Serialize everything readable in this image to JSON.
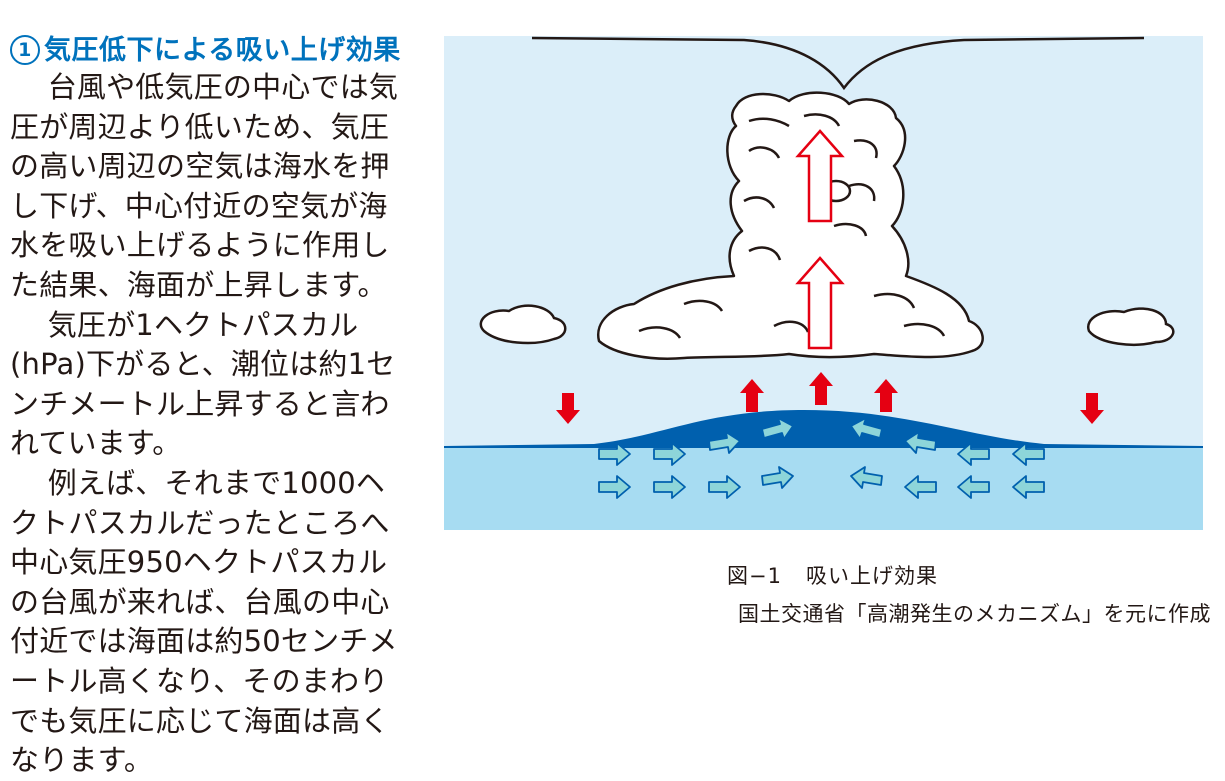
{
  "section": {
    "number": "1",
    "title": "気圧低下による吸い上げ効果"
  },
  "paragraphs": [
    "台風や低気圧の中心では気圧が周辺より低いため、気圧の高い周辺の空気は海水を押し下げ、中心付近の空気が海水を吸い上げるように作用した結果、海面が上昇します。",
    "気圧が1ヘクトパスカル(hPa)下がると、潮位は約1センチメートル上昇すると言われています。",
    "例えば、それまで1000ヘクトパスカルだったところへ中心気圧950ヘクトパスカルの台風が来れば、台風の中心付近では海面は約50センチメートル高くなり、そのまわりでも気圧に応じて海面は高くなります。"
  ],
  "figure": {
    "caption_number": "図−1",
    "caption_title": "吸い上げ効果",
    "source": "国土交通省「高潮発生のメカニズム」を元に作成",
    "colors": {
      "sky": "#dbeef9",
      "sea": "#a7dcf2",
      "bulge": "#0060ae",
      "arrow_red": "#e50012",
      "arrow_teal": "#8dd5d9",
      "cloud_fill": "#ffffff",
      "outline": "#231815"
    }
  }
}
